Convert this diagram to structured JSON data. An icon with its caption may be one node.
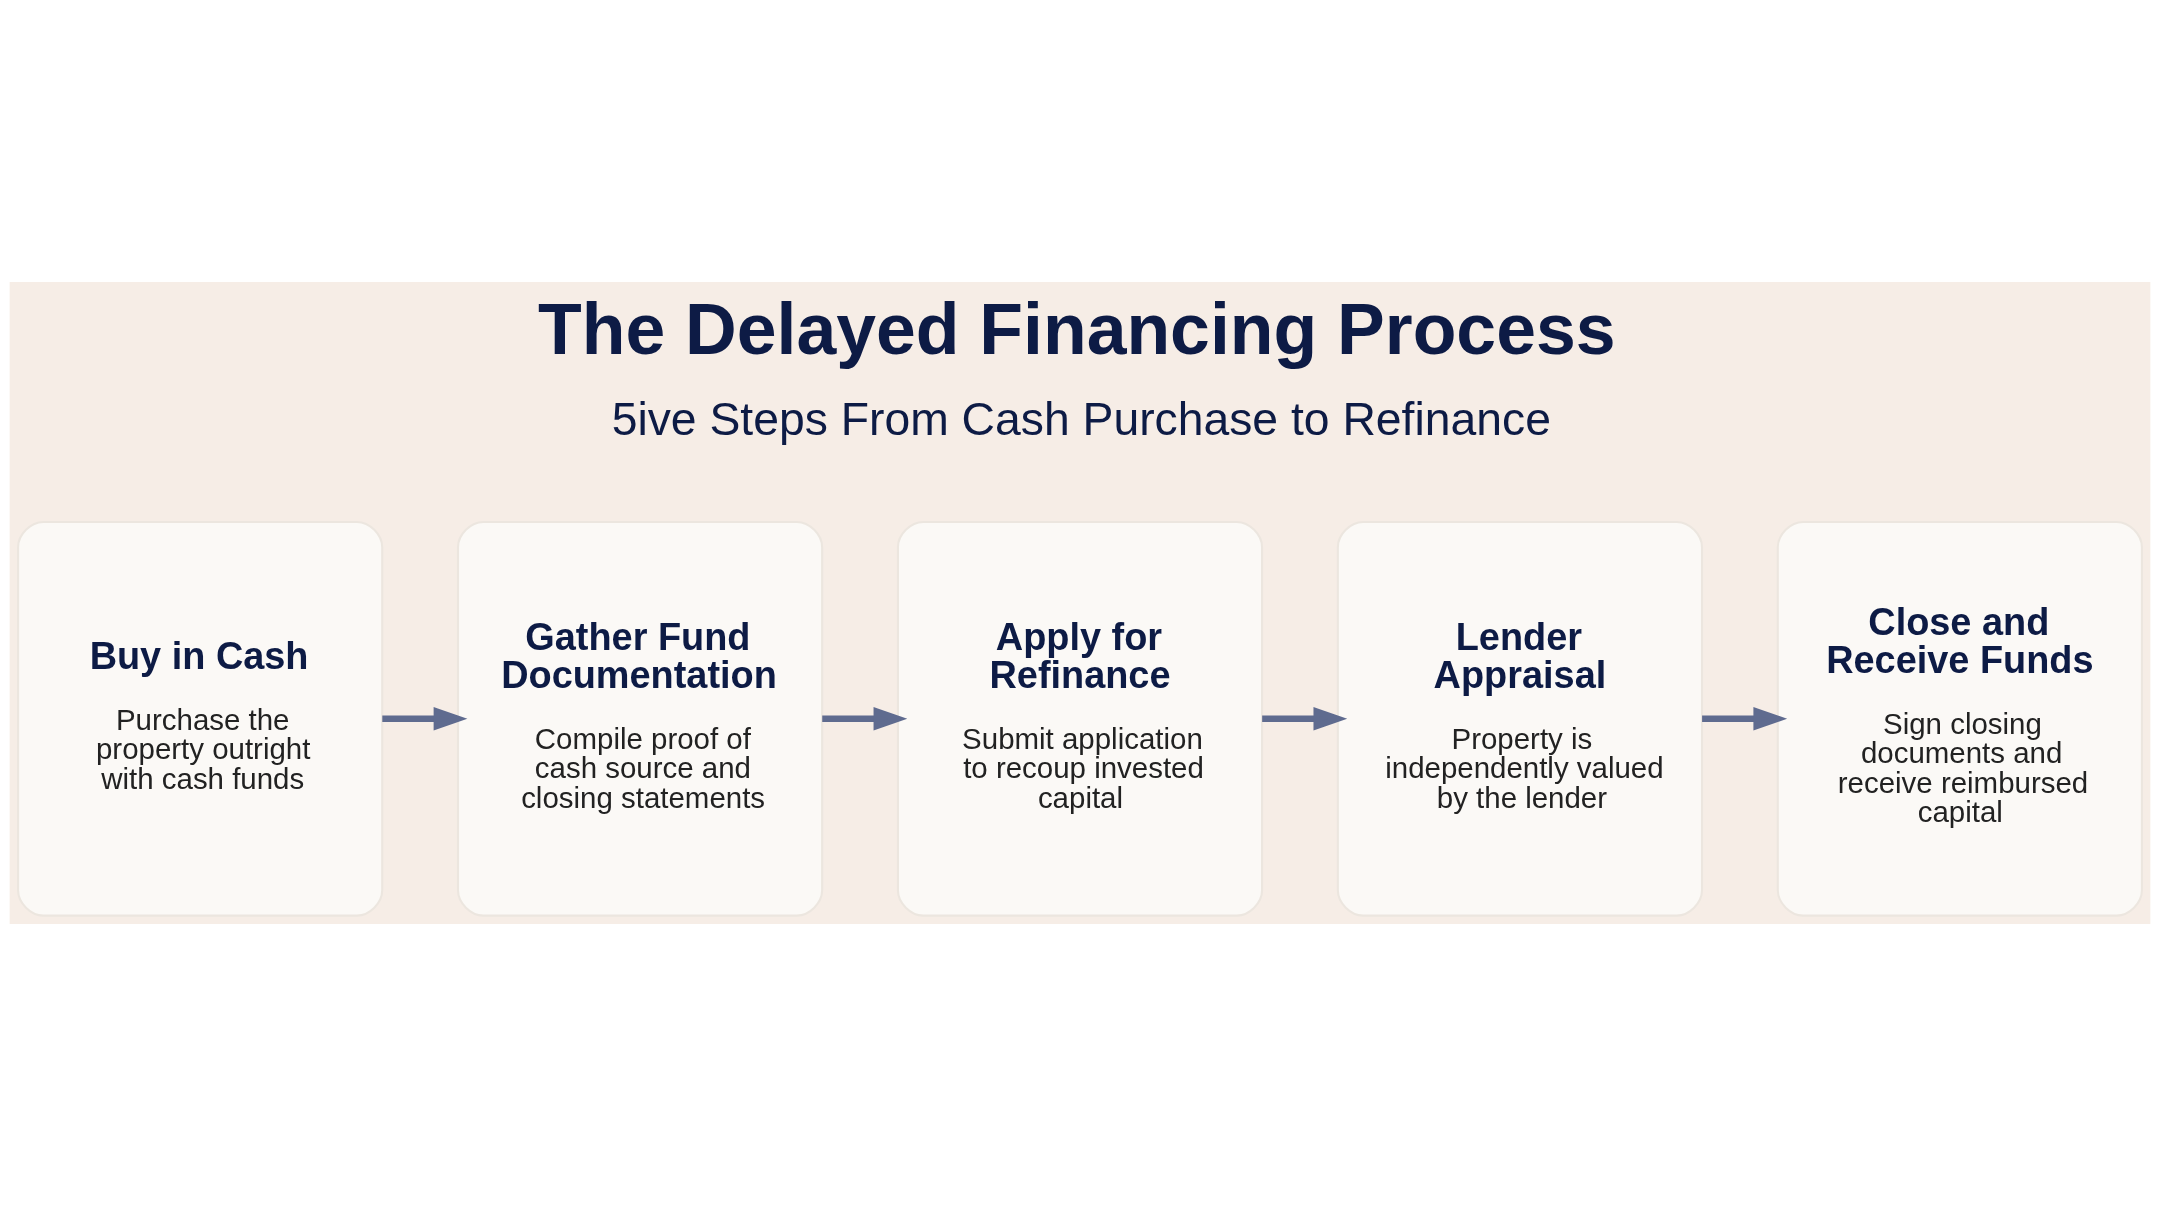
{
  "diagram": {
    "title": "The Delayed Financing Process",
    "nodes": [
      {
        "text": [
          "Buy in Cash",
          "Purchase the property outright with cash funds"
        ]
      },
      {
        "text": [
          "Gather Fund Documentation",
          "Compile proof of cash source and closing statements"
        ]
      },
      {
        "text": [
          "Apply for Refinance",
          "Submit application to recoup invested capital"
        ]
      },
      {
        "text": [
          "Lender Appraisal",
          "Property is independently valued by the lender"
        ]
      },
      {
        "text": [
          "Close and Receive Funds",
          "Sign closing documents and receive reimbursed capital"
        ]
      }
    ],
    "edges": [
      {
        "from": 0,
        "to": 1,
        "arrow": "to"
      },
      {
        "from": 1,
        "to": 2,
        "arrow": "to"
      },
      {
        "from": 2,
        "to": 3,
        "arrow": "to"
      },
      {
        "from": 3,
        "to": 4,
        "arrow": "to"
      }
    ],
    "labels": [
      "5ive Steps From Cash Purchase to Refinance"
    ]
  }
}
